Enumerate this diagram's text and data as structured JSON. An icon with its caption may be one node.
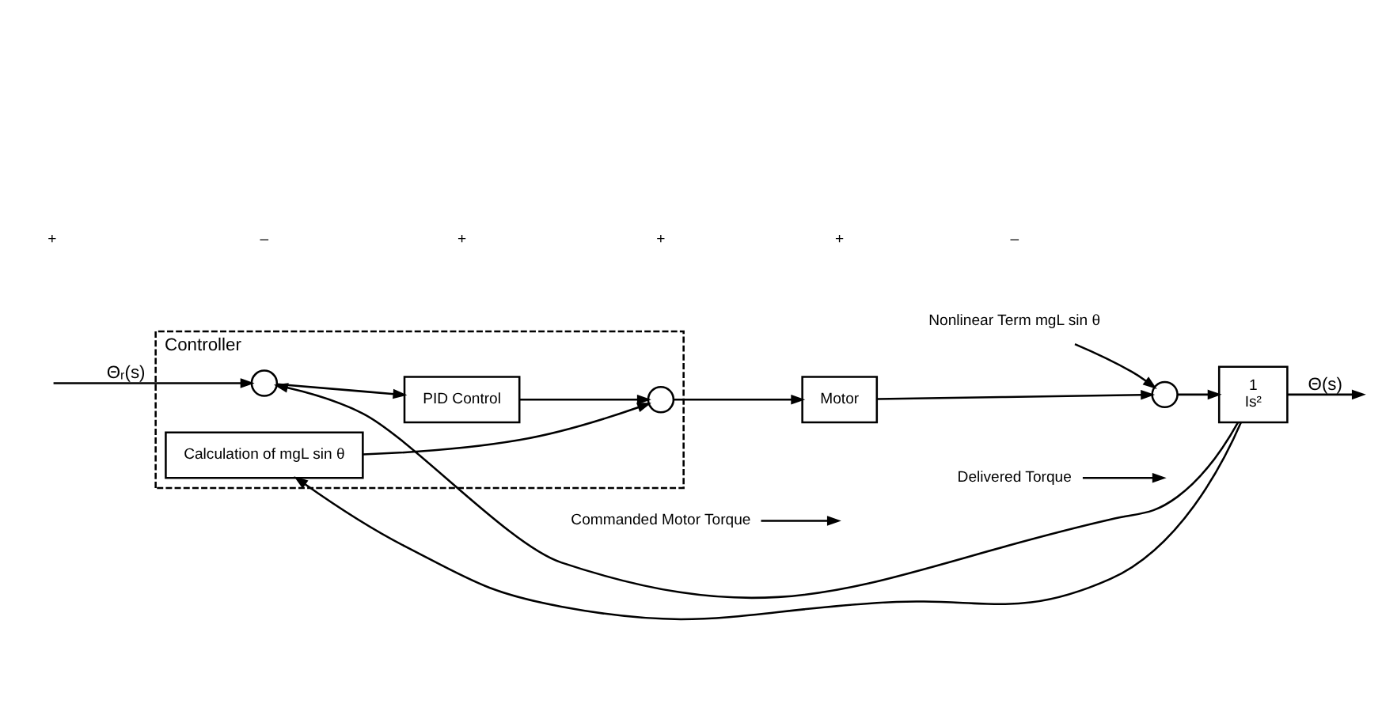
{
  "diagram": {
    "nodes": [
      {
        "text": [
          "Controller"
        ]
      },
      {
        "text": [],
        "shape": "circle",
        "in": 0
      },
      {
        "text": [
          "PID Control"
        ],
        "in": 0
      },
      {
        "text": [],
        "shape": "circle",
        "in": 0
      },
      {
        "text": [
          "Calculation of mgL sin θ"
        ],
        "in": 0
      },
      {
        "text": [
          "Commanded Motor Torque"
        ]
      },
      {
        "text": [
          "Motor"
        ]
      },
      {
        "text": [
          "Nonlinear Term mgL sin θ"
        ]
      },
      {
        "text": [],
        "shape": "circle"
      },
      {
        "text": [
          "1",
          "Is²"
        ]
      },
      {
        "text": [
          "Delivered Torque"
        ]
      }
    ],
    "edges": [
      {
        "from": null,
        "to": 1,
        "arrow": "to",
        "label": "Θᵣ(s)"
      },
      {
        "from": 1,
        "to": 2,
        "arrow": "to"
      },
      {
        "from": 2,
        "to": 3,
        "arrow": "to"
      },
      {
        "from": 4,
        "to": 3,
        "arrow": "to"
      },
      {
        "from": 5,
        "to": null,
        "arrow": "to"
      },
      {
        "from": 3,
        "to": 6,
        "arrow": "to"
      },
      {
        "from": 6,
        "to": 8,
        "arrow": "to"
      },
      {
        "from": 7,
        "to": 8,
        "arrow": "to"
      },
      {
        "from": 8,
        "to": 9,
        "arrow": "to"
      },
      {
        "from": 10,
        "to": null,
        "arrow": "to"
      },
      {
        "from": 9,
        "to": null,
        "arrow": "to",
        "label": "Θ(s)"
      },
      {
        "from": 9,
        "to": 1,
        "arrow": "to"
      },
      {
        "from": 9,
        "to": 4,
        "arrow": "to"
      }
    ],
    "labels": [
      "+",
      "–",
      "+",
      "+",
      "+",
      "–"
    ]
  }
}
